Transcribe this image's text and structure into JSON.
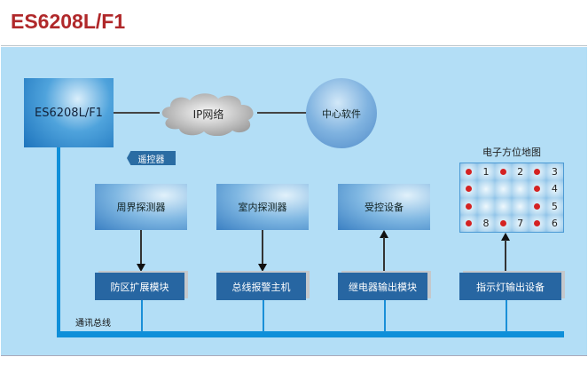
{
  "header": {
    "title": "ES6208L/F1"
  },
  "diagram": {
    "main_unit": "ES6208L/F1",
    "network": "IP网络",
    "center": "中心软件",
    "remote": "遥控器",
    "bus_label": "通讯总线",
    "top_boxes": [
      "周界探测器",
      "室内探测器",
      "受控设备"
    ],
    "bottom_boxes": [
      "防区扩展模块",
      "总线报警主机",
      "继电器输出模块",
      "指示灯输出设备"
    ],
    "map_title": "电子方位地图",
    "map_cells": [
      "dot",
      "1",
      "dot",
      "2",
      "dot",
      "3",
      "dot",
      "",
      "",
      "",
      "dot",
      "4",
      "dot",
      "",
      "",
      "",
      "dot",
      "5",
      "dot",
      "8",
      "dot",
      "7",
      "dot",
      "6"
    ]
  }
}
